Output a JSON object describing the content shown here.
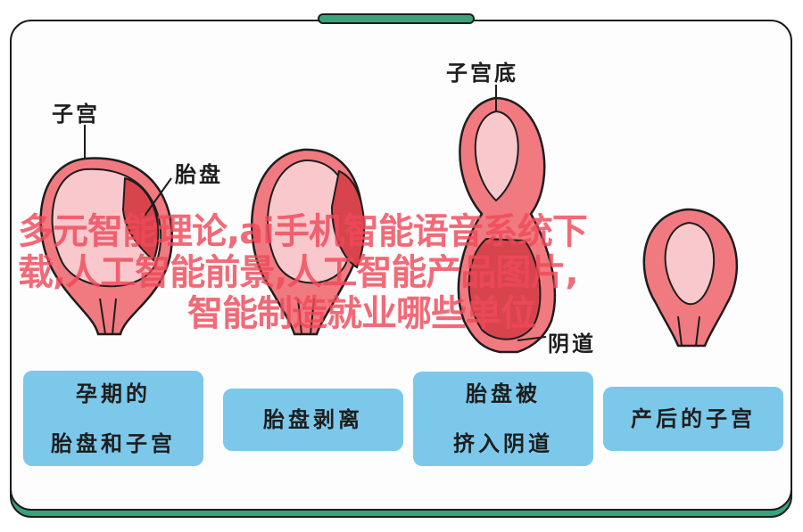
{
  "labels": {
    "uterus": "子宫",
    "placenta": "胎盘",
    "fundus": "子宫底",
    "vagina": "阴道"
  },
  "stages": [
    {
      "line1": "孕期的",
      "line2": "胎盘和子宫"
    },
    {
      "line1": "胎盘剥离",
      "line2": ""
    },
    {
      "line1": "胎盘被",
      "line2": "挤入阴道"
    },
    {
      "line1": "产后的子宫",
      "line2": ""
    }
  ],
  "watermark": {
    "line1": "多元智能理论,ai手机智能语音系统下",
    "line2": "载,人工智能前景,人工智能产品图片,",
    "line3": "智能制造就业哪些单位"
  },
  "colors": {
    "accent": "#3aa37a",
    "uterus_outer": "#f07a80",
    "uterus_inner": "#f8c8cc",
    "placenta": "#d8444c",
    "stage_button": "#7cc8ea",
    "watermark": "#f04a5a"
  }
}
